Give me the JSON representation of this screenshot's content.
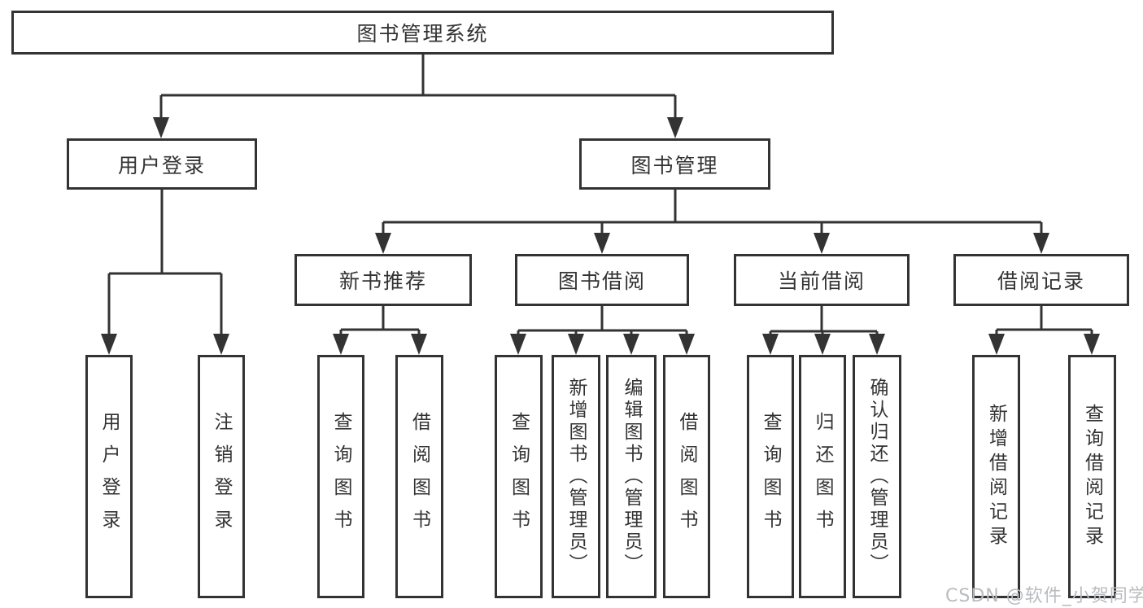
{
  "diagram": {
    "type": "tree-structure-chart",
    "colors": {
      "line": "#333333",
      "box_border": "#333333",
      "box_background": "#ffffff",
      "text": "#333333",
      "watermark_text_color": "#b9bcc0",
      "page_background": "#ffffff"
    },
    "watermark": {
      "text": "CSDN @软件_小贺同学"
    },
    "tree": {
      "label": "图书管理系统",
      "children": [
        {
          "label": "用户登录",
          "children": [
            {
              "label": "用户登录"
            },
            {
              "label": "注销登录"
            }
          ]
        },
        {
          "label": "图书管理",
          "children": [
            {
              "label": "新书推荐",
              "children": [
                {
                  "label": "查询图书"
                },
                {
                  "label": "借阅图书"
                }
              ]
            },
            {
              "label": "图书借阅",
              "children": [
                {
                  "label": "查询图书"
                },
                {
                  "label": "新增图书（管理员）"
                },
                {
                  "label": "编辑图书（管理员）"
                },
                {
                  "label": "借阅图书"
                }
              ]
            },
            {
              "label": "当前借阅",
              "children": [
                {
                  "label": "查询图书"
                },
                {
                  "label": "归还图书"
                },
                {
                  "label": "确认归还（管理员）"
                }
              ]
            },
            {
              "label": "借阅记录",
              "children": [
                {
                  "label": "新增借阅记录"
                },
                {
                  "label": "查询借阅记录"
                }
              ]
            }
          ]
        }
      ]
    }
  }
}
